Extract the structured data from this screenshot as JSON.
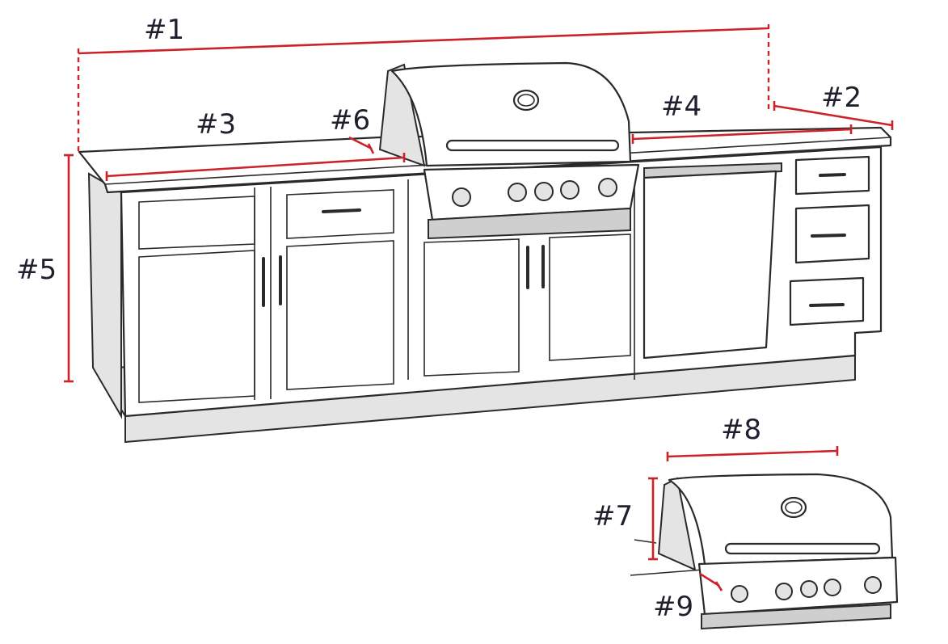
{
  "labels": {
    "d1": "#1",
    "d2": "#2",
    "d3": "#3",
    "d4": "#4",
    "d5": "#5",
    "d6": "#6",
    "d7": "#7",
    "d8": "#8",
    "d9": "#9"
  },
  "colors": {
    "dimension_line": "#cc2229",
    "outline": "#2a2a2a"
  }
}
